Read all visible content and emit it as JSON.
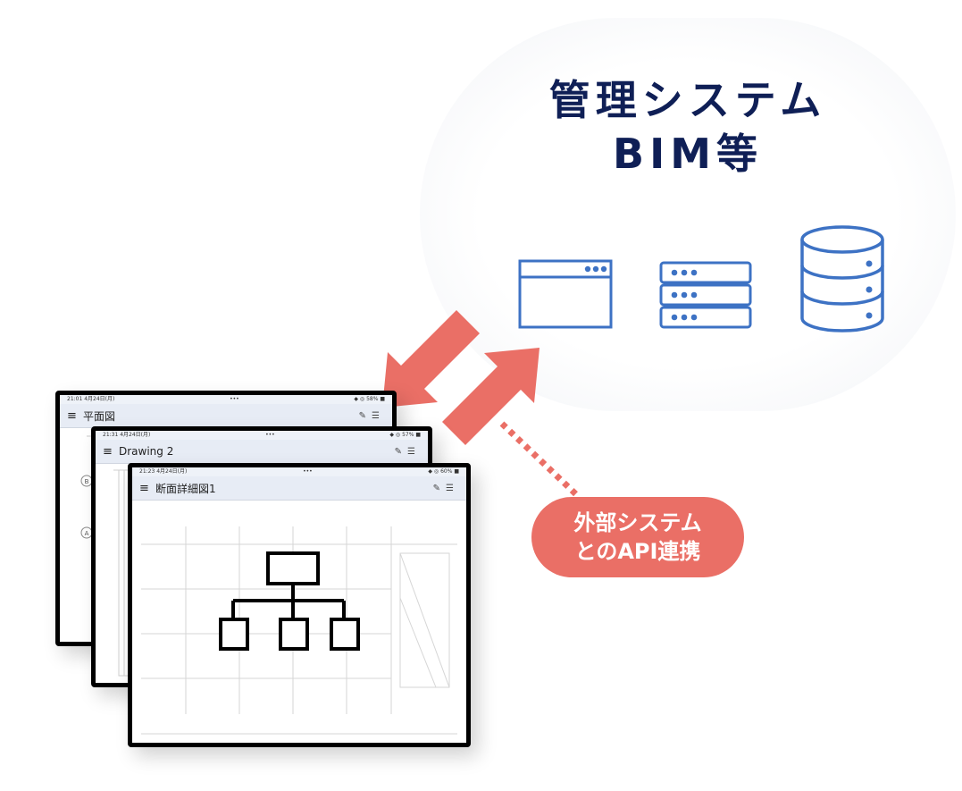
{
  "system_title": {
    "line1": "管理システム",
    "line2": "BIM等"
  },
  "integration_label": {
    "line1": "外部システム",
    "line2": "とのAPI連携"
  },
  "tablets": [
    {
      "title": "平面図",
      "status_left": "21:01  4月24日(月)",
      "status_center": "•••",
      "status_right": "◆ ◎ 58% ■"
    },
    {
      "title": "Drawing 2",
      "status_left": "21:31  4月24日(月)",
      "status_center": "•••",
      "status_right": "◆ ◎ 57% ■"
    },
    {
      "title": "断面詳細図1",
      "status_left": "21:23  4月24日(月)",
      "status_center": "•••",
      "status_right": "◆ ◎ 60% ■"
    }
  ],
  "plan_markers": [
    "B",
    "A"
  ],
  "icons": [
    "browser-window-icon",
    "server-stack-icon",
    "database-icon",
    "hierarchy-diagram-icon",
    "menu-icon",
    "pencil-icon",
    "list-icon"
  ],
  "colors": {
    "title": "#0f1f56",
    "icon_blue": "#3d72c4",
    "accent": "#ea6f66",
    "frame": "#000000"
  }
}
